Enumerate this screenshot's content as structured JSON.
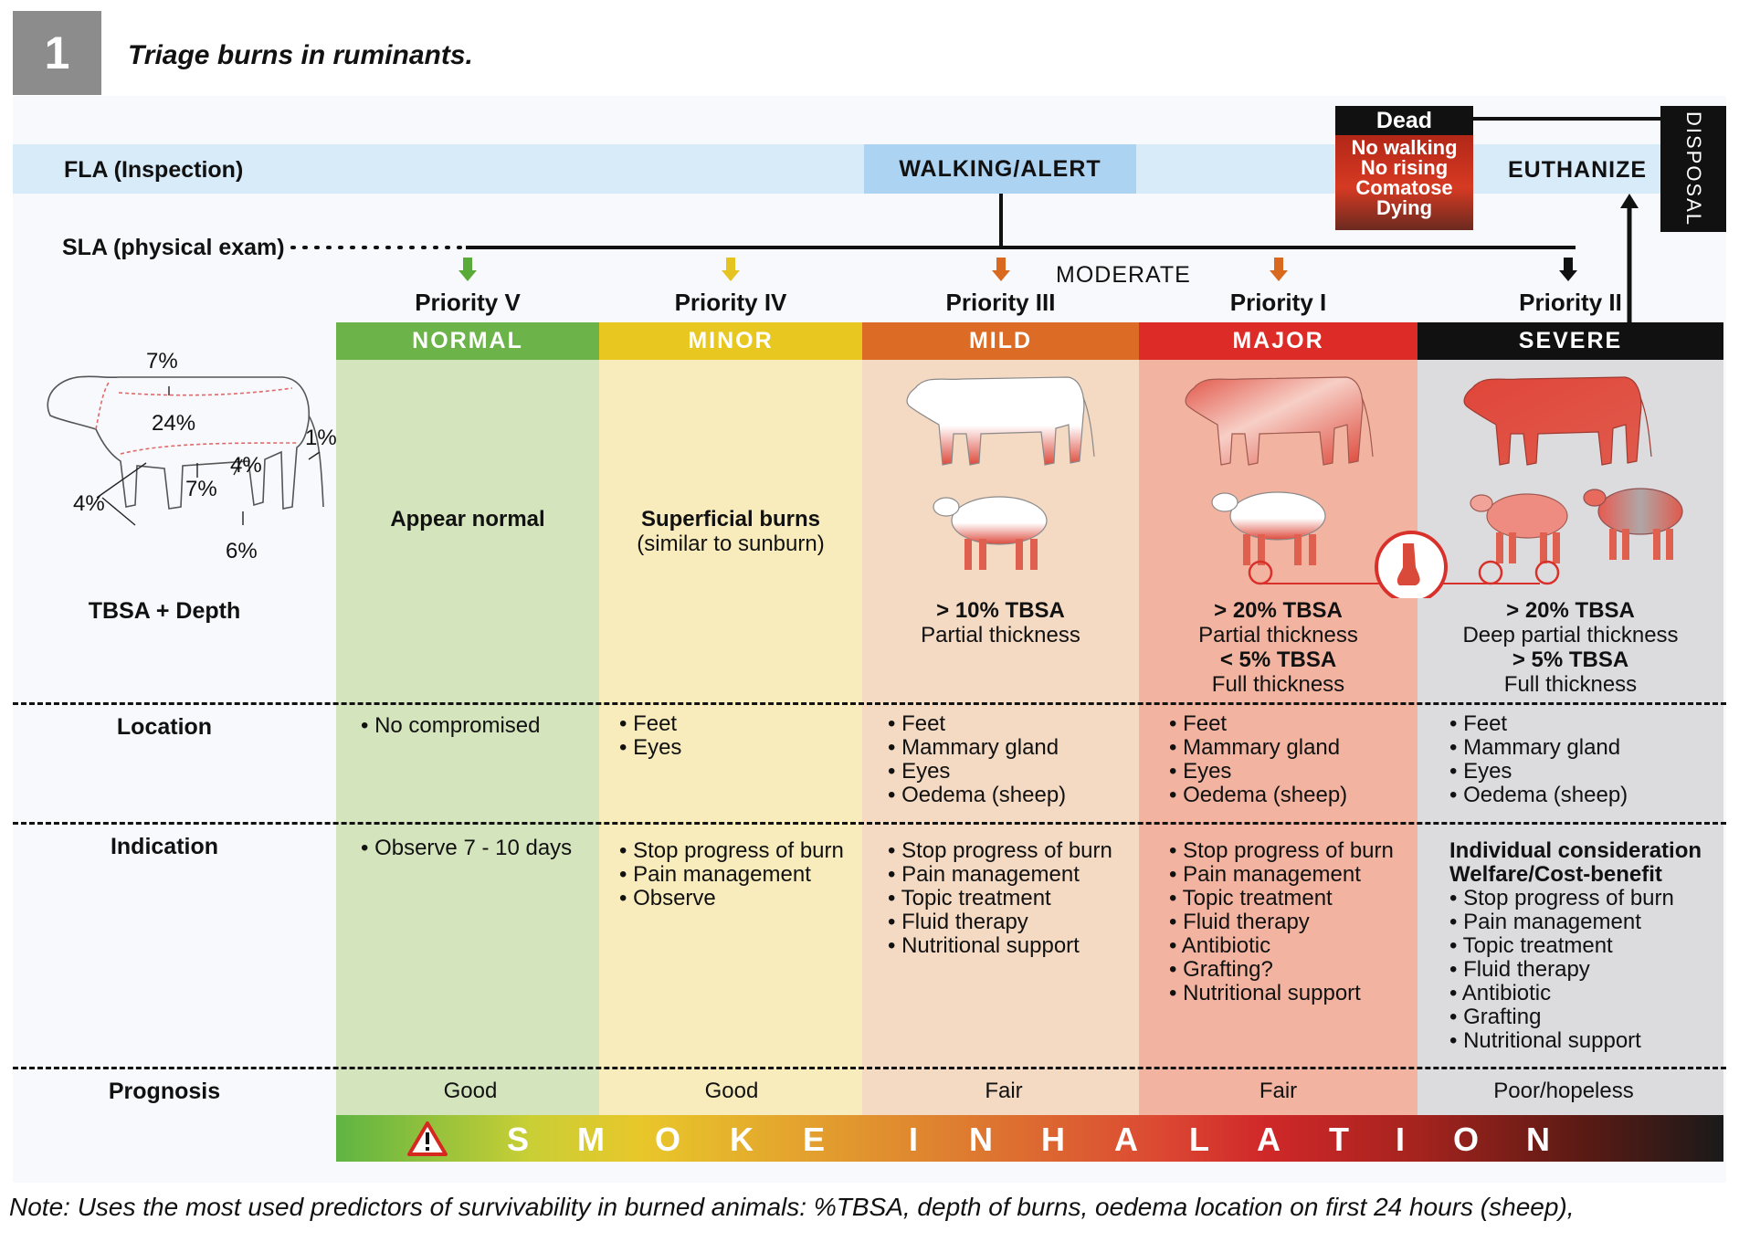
{
  "figure": {
    "number": "1",
    "title": "Triage burns in ruminants."
  },
  "header": {
    "fla_label": "FLA (Inspection)",
    "walking": "WALKING/ALERT",
    "dead_title": "Dead",
    "dead_lines": [
      "No walking",
      "No rising",
      "Comatose",
      "Dying"
    ],
    "euthanize": "EUTHANIZE",
    "disposal": "DISPOSAL",
    "sla_label": "SLA (physical exam)",
    "moderate": "MODERATE"
  },
  "body_map": {
    "percentages": [
      "7%",
      "24%",
      "1%",
      "4%",
      "7%",
      "4%",
      "6%"
    ],
    "label": "TBSA + Depth"
  },
  "row_labels": {
    "location": "Location",
    "indication": "Indication",
    "prognosis": "Prognosis"
  },
  "columns": [
    {
      "priority": "Priority V",
      "category": "NORMAL",
      "header_color": "#6cb34a",
      "bg_color": "#d4e4bd",
      "arrow_color": "#5aaa3a",
      "desc_bold": "Appear normal",
      "desc_sub": "",
      "tbsa1": "",
      "thick1": "",
      "tbsa2": "",
      "thick2": "",
      "location": [
        "• No compromised"
      ],
      "indication_heading": [],
      "indication": [
        "• Observe 7 - 10 days"
      ],
      "prognosis": "Good"
    },
    {
      "priority": "Priority IV",
      "category": "MINOR",
      "header_color": "#e8c820",
      "bg_color": "#f8ebbc",
      "arrow_color": "#e5c320",
      "desc_bold": "Superficial burns",
      "desc_sub": "(similar to sunburn)",
      "tbsa1": "",
      "thick1": "",
      "tbsa2": "",
      "thick2": "",
      "location": [
        "• Feet",
        "• Eyes"
      ],
      "indication_heading": [],
      "indication": [
        "• Stop progress of burn",
        "• Pain management",
        "• Observe"
      ],
      "prognosis": "Good"
    },
    {
      "priority": "Priority III",
      "category": "MILD",
      "header_color": "#dc6b25",
      "bg_color": "#f4d9c3",
      "arrow_color": "#d8691f",
      "desc_bold": "",
      "desc_sub": "",
      "tbsa1": "> 10% TBSA",
      "thick1": "Partial thickness",
      "tbsa2": "",
      "thick2": "",
      "location": [
        "• Feet",
        "• Mammary gland",
        "• Eyes",
        "• Oedema (sheep)"
      ],
      "indication_heading": [],
      "indication": [
        "• Stop progress of burn",
        "• Pain management",
        "• Topic treatment",
        "• Fluid therapy",
        "• Nutritional support"
      ],
      "prognosis": "Fair"
    },
    {
      "priority": "Priority I",
      "category": "MAJOR",
      "header_color": "#dd2b27",
      "bg_color": "#f2b4a0",
      "arrow_color": "#d8691f",
      "desc_bold": "",
      "desc_sub": "",
      "tbsa1": "> 20% TBSA",
      "thick1": "Partial thickness",
      "tbsa2": "< 5% TBSA",
      "thick2": "Full thickness",
      "location": [
        "• Feet",
        "• Mammary gland",
        "• Eyes",
        "• Oedema (sheep)"
      ],
      "indication_heading": [],
      "indication": [
        "• Stop progress of burn",
        "• Pain management",
        "• Topic treatment",
        "• Fluid therapy",
        "• Antibiotic",
        "• Grafting?",
        "• Nutritional support"
      ],
      "prognosis": "Fair"
    },
    {
      "priority": "Priority II",
      "category": "SEVERE",
      "header_color": "#111111",
      "bg_color": "#dcdcdf",
      "arrow_color": "#111111",
      "desc_bold": "",
      "desc_sub": "",
      "tbsa1": "> 20% TBSA",
      "thick1": "Deep partial thickness",
      "tbsa2": "> 5% TBSA",
      "thick2": "Full thickness",
      "location": [
        "• Feet",
        "• Mammary gland",
        "• Eyes",
        "• Oedema (sheep)"
      ],
      "indication_heading": [
        "Individual consideration",
        "Welfare/Cost-benefit"
      ],
      "indication": [
        "• Stop progress of burn",
        "• Pain management",
        "• Topic treatment",
        "• Fluid therapy",
        "• Antibiotic",
        "• Grafting",
        "• Nutritional support"
      ],
      "prognosis": "Poor/hopeless"
    }
  ],
  "smoke_letters": [
    "S",
    "M",
    "O",
    "K",
    "E",
    "I",
    "N",
    "H",
    "A",
    "L",
    "A",
    "T",
    "I",
    "O",
    "N"
  ],
  "note": "Note: Uses the most used predictors of survivability in burned animals: %TBSA, depth of burns, oedema location on first 24 hours (sheep),",
  "colors": {
    "fla_band": "#d7ebf9",
    "walking_box": "#acd3f2",
    "burn_red": "#dd4a3c"
  }
}
